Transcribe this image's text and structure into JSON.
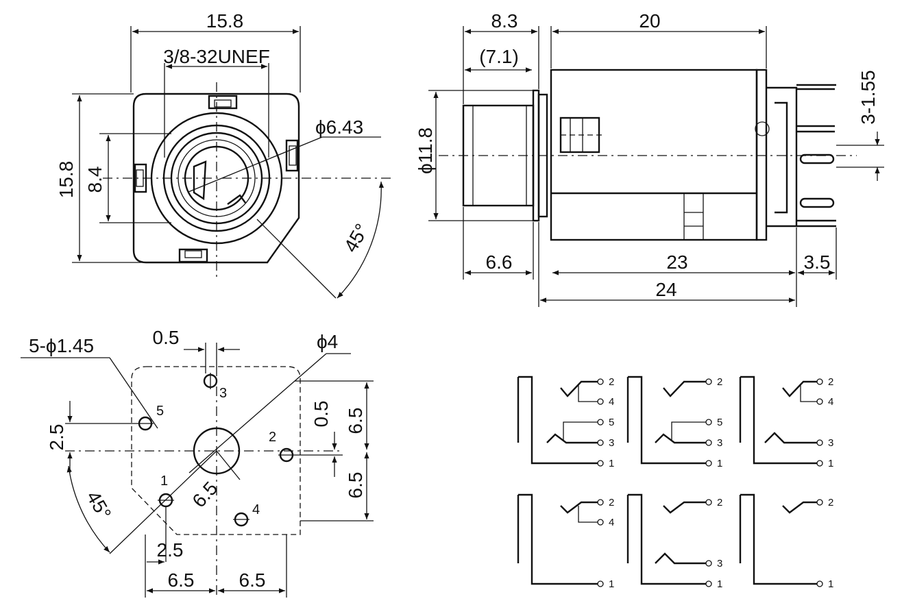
{
  "front_view": {
    "width": "15.8",
    "thread": "3/8-32UNEF",
    "diameter": "ϕ6.43",
    "height": "15.8",
    "inner": "8.4",
    "angle": "45°"
  },
  "side_view": {
    "flange": "8.3",
    "flange_paren": "(7.1)",
    "body": "20",
    "pins": "3-1.55",
    "barrel_dia": "ϕ11.8",
    "bushing": "6.6",
    "body23": "23",
    "tail": "3.5",
    "overall": "24"
  },
  "bottom_view": {
    "holes": "5-ϕ1.45",
    "offset_top": "0.5",
    "center_hole": "ϕ4",
    "pin3": "3",
    "pin5": "5",
    "pin2": "2",
    "pin1": "1",
    "pin4": "4",
    "left_dim": "2.5",
    "right_small": "0.5",
    "right_top": "6.5",
    "right_bottom": "6.5",
    "radius": "6.5",
    "angle": "45°",
    "bottom_small": "2.5",
    "bottom_left": "6.5",
    "bottom_right": "6.5"
  },
  "schematics": {
    "s1": [
      "2",
      "4",
      "5",
      "3",
      "1"
    ],
    "s2": [
      "2",
      "5",
      "3",
      "1"
    ],
    "s3": [
      "2",
      "4",
      "3",
      "1"
    ],
    "s4": [
      "2",
      "4",
      "1"
    ],
    "s5": [
      "2",
      "3",
      "1"
    ],
    "s6": [
      "2",
      "1"
    ]
  }
}
